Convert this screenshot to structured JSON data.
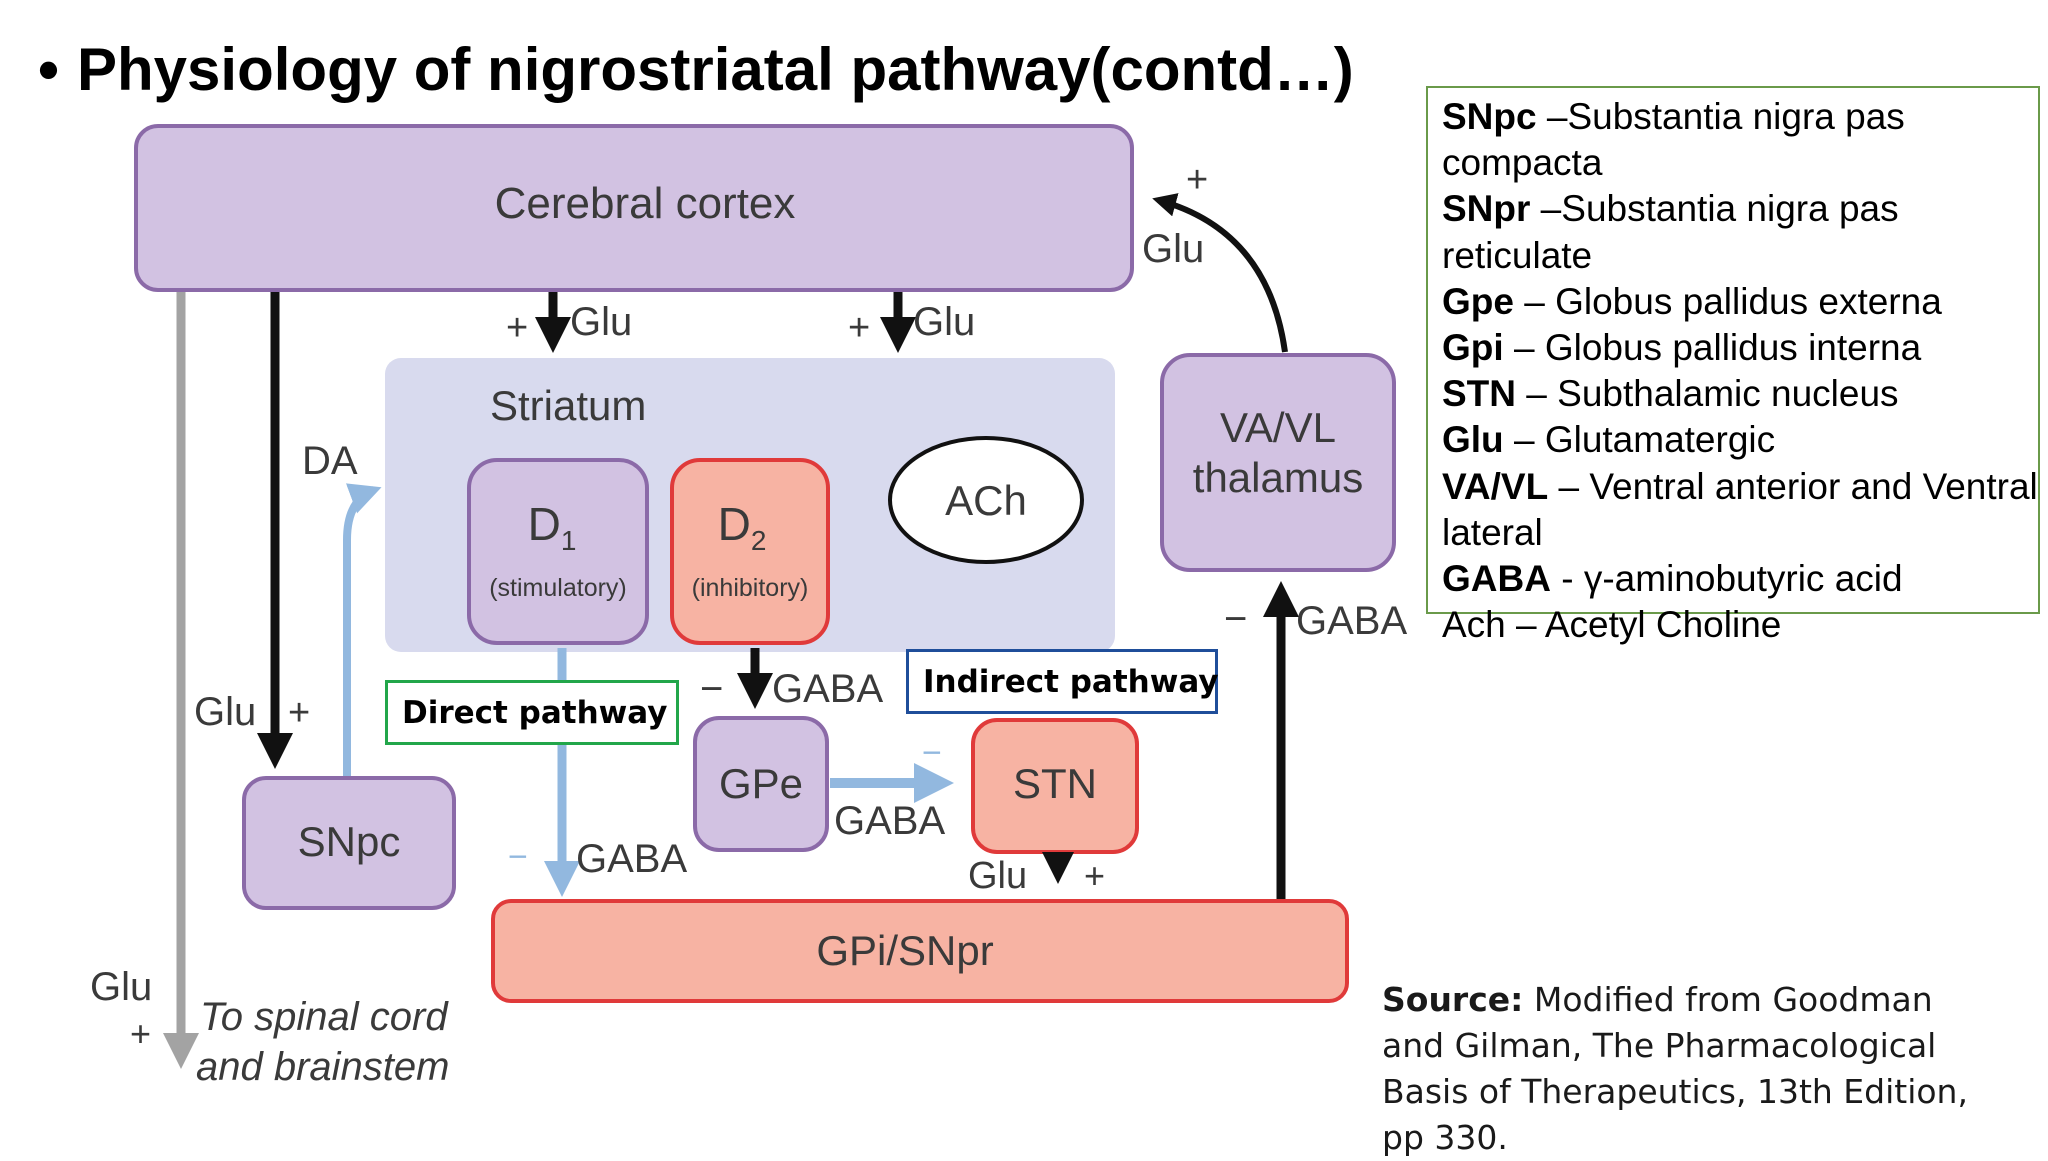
{
  "title": {
    "bullet": "•",
    "text": "Physiology of nigrostriatal pathway(contd…)"
  },
  "diagram": {
    "nodes": {
      "cerebral_cortex": "Cerebral cortex",
      "striatum": "Striatum",
      "d1_letter": "D",
      "d1_sub": "1",
      "d1_caption": "(stimulatory)",
      "d2_letter": "D",
      "d2_sub": "2",
      "d2_caption": "(inhibitory)",
      "ach": "ACh",
      "va_vl_line1": "VA/VL",
      "va_vl_line2": "thalamus",
      "snpc": "SNpc",
      "gpe": "GPe",
      "stn": "STN",
      "gpi_snpr": "GPi/SNpr",
      "spinal_line1": "To spinal cord",
      "spinal_line2": "and brainstem"
    },
    "edge_labels": {
      "plus": "+",
      "minus": "−",
      "glu": "Glu",
      "gaba": "GABA",
      "da": "DA"
    },
    "colors": {
      "purple_fill": "#d2c2e2",
      "purple_stroke": "#8b6aa8",
      "salmon_fill": "#f7b3a3",
      "salmon_stroke": "#e03a3a",
      "striatum_fill": "#d8daee",
      "light_blue_arrow": "#92b8df",
      "gray_arrow": "#a3a3a3",
      "black_arrow": "#111111"
    }
  },
  "pathway_labels": {
    "direct": "Direct pathway",
    "indirect": "Indirect pathway"
  },
  "legend": [
    {
      "abbr": "SNpc",
      "sep": " –",
      "text": "Substantia nigra pas compacta"
    },
    {
      "abbr": "SNpr",
      "sep": " –",
      "text": "Substantia nigra pas reticulate"
    },
    {
      "abbr": "Gpe",
      "sep": " – ",
      "text": "Globus pallidus externa"
    },
    {
      "abbr": "Gpi",
      "sep": " – ",
      "text": "Globus pallidus interna"
    },
    {
      "abbr": "STN",
      "sep": " – ",
      "text": "Subthalamic nucleus"
    },
    {
      "abbr": "Glu",
      "sep": " – ",
      "text": "Glutamatergic"
    },
    {
      "abbr": "VA/VL",
      "sep": " – ",
      "text": "Ventral anterior and Ventral lateral"
    },
    {
      "abbr": "GABA",
      "sep": " - ",
      "text": "γ-aminobutyric acid"
    },
    {
      "abbr": "",
      "sep": "",
      "text": "Ach – Acetyl Choline"
    }
  ],
  "source": {
    "label": "Source:",
    "text": " Modified from Goodman and Gilman, The Pharmacological Basis of Therapeutics, 13th Edition, pp 330."
  }
}
